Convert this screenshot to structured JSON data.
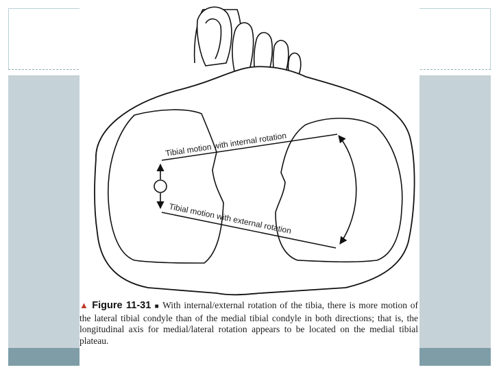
{
  "diagram": {
    "internal_label": "Tibial motion with internal rotation",
    "external_label": "Tibial motion with external rotation"
  },
  "caption": {
    "marker": "▲",
    "figure_number": "Figure 11-31",
    "separator": "■",
    "text": "With internal/external rotation of the tibia, there is more motion of the lateral tibial condyle than of the medial tibial condyle in both directions; that is, the longitudinal axis for medial/lateral rotation appears to be located on the medial tibial plateau."
  }
}
